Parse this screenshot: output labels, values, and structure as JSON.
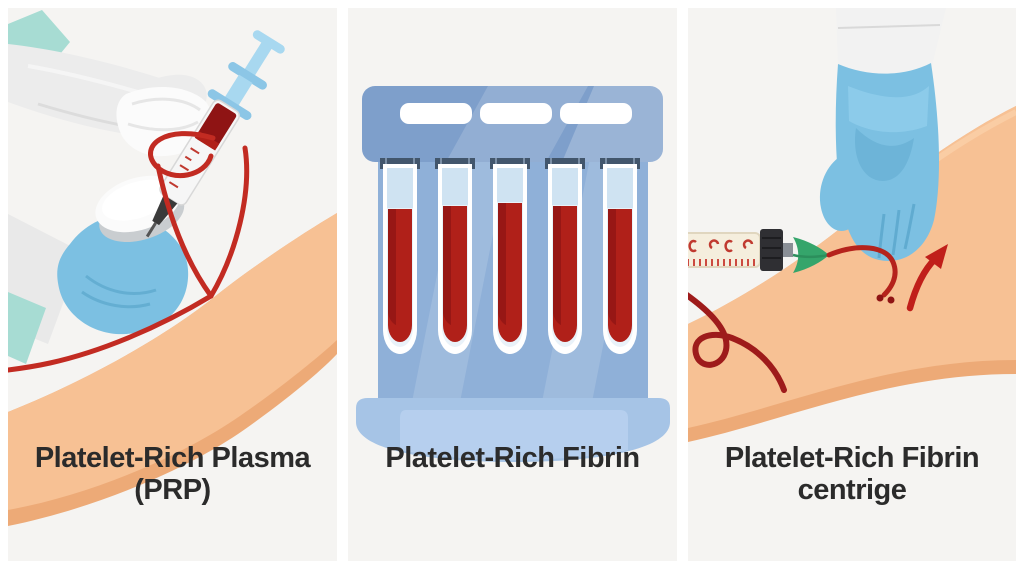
{
  "image_title": "PRP / PRF blood preparation illustration",
  "panels": [
    {
      "id": "prp",
      "caption_line1": "Platelet-Rich Plasma",
      "caption_line2": "(PRP)"
    },
    {
      "id": "prf",
      "caption_line1": "Platelet-Rich Fibrin",
      "caption_line2": ""
    },
    {
      "id": "prf2",
      "caption_line1": "Platelet-Rich Fibrin",
      "caption_line2": "centrige"
    }
  ],
  "colors": {
    "background": "#f5f4f2",
    "frame": "#ffffff",
    "text": "#2b2b2b",
    "skin": "#f7c194",
    "skin_shadow": "#edaa77",
    "glove_blue": "#7cc0e2",
    "glove_blue_light": "#93d0ee",
    "glove_blue_dark": "#5aa6cc",
    "glove_white": "#ececec",
    "glove_white_shade": "#d8d8d8",
    "sleeve_teal": "#a7dcd3",
    "gauze_white": "#fbfbfb",
    "gauze_shade": "#c9cdd0",
    "rack_blue": "#7e9fcb",
    "rack_back": "#8fb0d8",
    "rack_base": "#a6c4e6",
    "rack_base_light": "#b9d1ee",
    "clip_dark": "#42566c",
    "tube_glass": "#e9f2f9",
    "plasma": "#cfe3f2",
    "blood": "#b02019",
    "blood_dark": "#8f1414",
    "tube_red": "#c22b22",
    "tube_dark_red": "#9e1b1b",
    "syringe_blue": "#a8d8f0",
    "syringe_blue_dark": "#8cc6e6",
    "barrel_white": "#f6f6f6",
    "barrel_cream": "#f5eedd",
    "barrel_cream_edge": "#e0d6bf",
    "hub_green": "#35a56b",
    "hub_green_dark": "#2c8f5c",
    "cap_black": "#2f2f33",
    "metal_gray": "#8a8f96",
    "needle_dark": "#3a3a3a",
    "mark_red": "#c03a30",
    "arrow_red": "#c01f1a"
  }
}
